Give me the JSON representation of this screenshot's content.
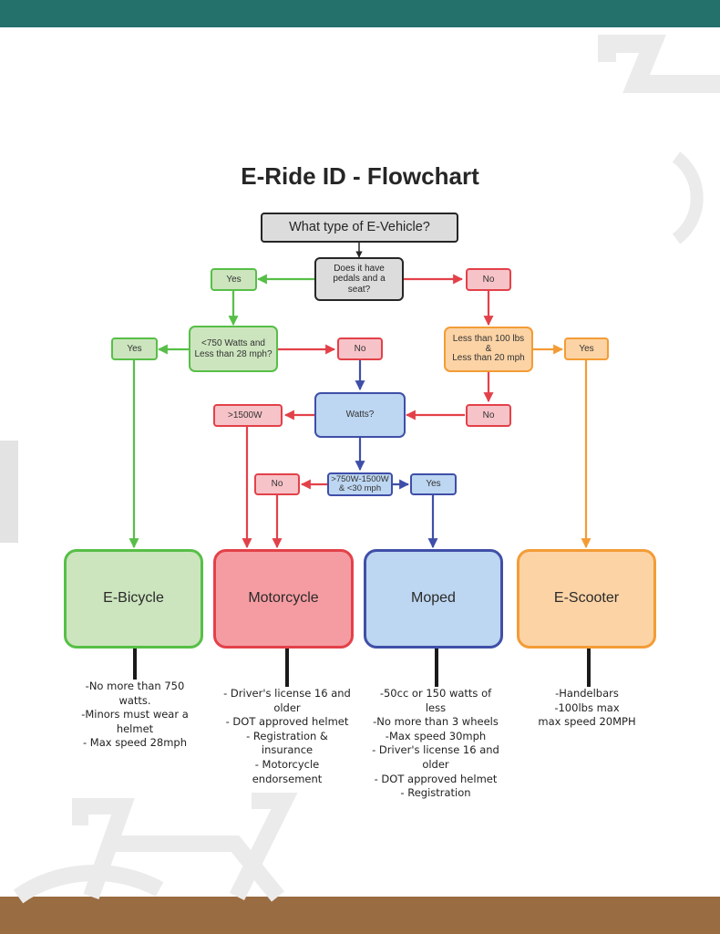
{
  "title": "E-Ride ID - Flowchart",
  "colors": {
    "header": "#24706b",
    "footer": "#9a6c41",
    "green": "#57bf47",
    "red": "#e34149",
    "blue": "#3f4fa8",
    "orange": "#f39c36",
    "gray": "#262626"
  },
  "nodes": {
    "start": "What type of E-Vehicle?",
    "pedals": "Does it have pedals and a seat?",
    "yes_pedals": "Yes",
    "no_pedals": "No",
    "watts750": "<750 Watts and Less than 28 mph?",
    "yes_750": "Yes",
    "no_750": "No",
    "lbs100": "Less than 100 lbs\n&\nLess than 20 mph",
    "yes_lbs": "Yes",
    "no_lbs": "No",
    "watts": "Watts?",
    "over1500": ">1500W",
    "range": ">750W-1500W & <30 mph",
    "no_range": "No",
    "yes_range": "Yes"
  },
  "outcomes": {
    "ebicycle": {
      "label": "E-Bicycle",
      "details": "-No more than 750 watts.\n-Minors must wear a helmet\n- Max speed 28mph"
    },
    "motorcycle": {
      "label": "Motorcycle",
      "details": "- Driver's license 16 and older\n- DOT approved helmet\n- Registration & insurance\n- Motorcycle endorsement"
    },
    "moped": {
      "label": "Moped",
      "details": "-50cc or 150 watts of less\n-No more than 3 wheels\n-Max speed 30mph\n- Driver's license 16 and older\n- DOT approved helmet\n- Registration"
    },
    "escooter": {
      "label": "E-Scooter",
      "details": "-Handelbars\n-100lbs max\nmax speed 20MPH"
    }
  }
}
